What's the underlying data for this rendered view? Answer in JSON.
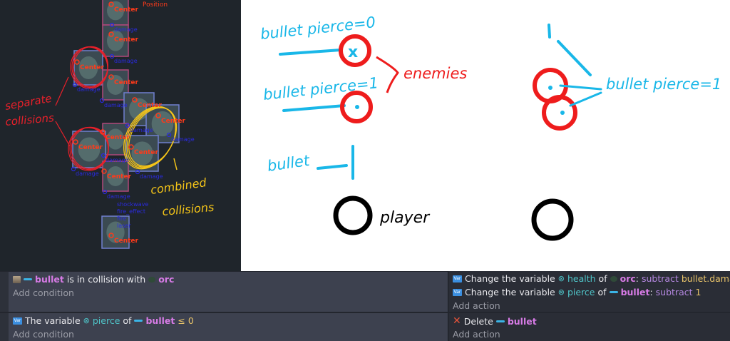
{
  "scene": {
    "labels_center": "Center",
    "labels_damage": "damage",
    "label_position": "Position",
    "bottom_labels": [
      "shockwave",
      "fire_effect",
      "fire",
      "laser"
    ],
    "annotation_separate": [
      "separate",
      "collisions"
    ],
    "annotation_combined": [
      "combined",
      "collisions"
    ],
    "colors": {
      "separate": "#e8202a",
      "combined": "#f5c518",
      "center": "#ff3a1a",
      "point": "#2a2ae0"
    }
  },
  "whiteboard": {
    "label_pierce0": "bullet pierce=0",
    "label_pierce1": "bullet pierce=1",
    "label_enemies": "enemies",
    "label_bullet": "bullet",
    "label_player": "player",
    "label_pierce1_right": "bullet pierce=1",
    "colors": {
      "bullet": "#19b7e8",
      "enemy": "#ee1c1c",
      "player": "#000000"
    }
  },
  "events": [
    {
      "conditions": [
        {
          "parts": {
            "object": "bullet",
            "text": "is in collision with",
            "target": "orc"
          }
        }
      ],
      "add_condition": "Add condition",
      "actions": [
        {
          "prefix": "Change the variable",
          "variable": "health",
          "of": "of",
          "object": "orc",
          "op": "subtract",
          "value": "bullet.damage"
        },
        {
          "prefix": "Change the variable",
          "variable": "pierce",
          "of": "of",
          "object": "bullet",
          "op": "subtract",
          "value": "1"
        }
      ],
      "add_action": "Add action"
    },
    {
      "conditions": [
        {
          "parts": {
            "prefix": "The variable",
            "variable": "pierce",
            "of": "of",
            "object": "bullet",
            "cmp": "≤",
            "value": "0"
          }
        }
      ],
      "add_condition": "Add condition",
      "actions": [
        {
          "prefix": "Delete",
          "object": "bullet"
        }
      ],
      "add_action": "Add action"
    }
  ]
}
